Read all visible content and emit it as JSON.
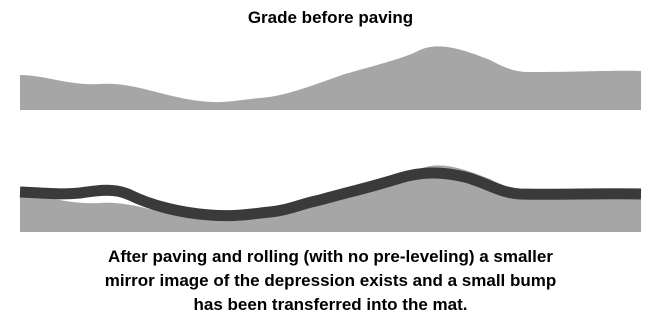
{
  "title": "Grade before paving",
  "caption": {
    "line1": "After paving and rolling (with no pre-leveling) a smaller",
    "line2": "mirror image of the depression exists and a small bump",
    "line3": "has been transferred into the mat."
  },
  "colors": {
    "grade_fill": "#a6a6a6",
    "mat": "#3a3a3a",
    "background": "#ffffff",
    "text": "#000000"
  }
}
